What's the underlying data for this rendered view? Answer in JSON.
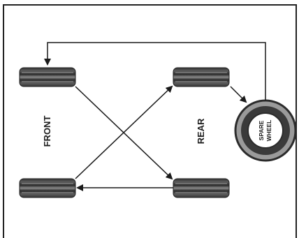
{
  "labels": {
    "front": "FRONT",
    "rear": "REAR",
    "spare_line1": "SPARE",
    "spare_line2": "WHEEL"
  },
  "colors": {
    "tire_dark": "#2b2b2b",
    "tire_mid": "#6a6a6a",
    "tire_light": "#a9a9a9",
    "spare_ring": "#9a9a9a",
    "line": "#1a1a1a"
  }
}
